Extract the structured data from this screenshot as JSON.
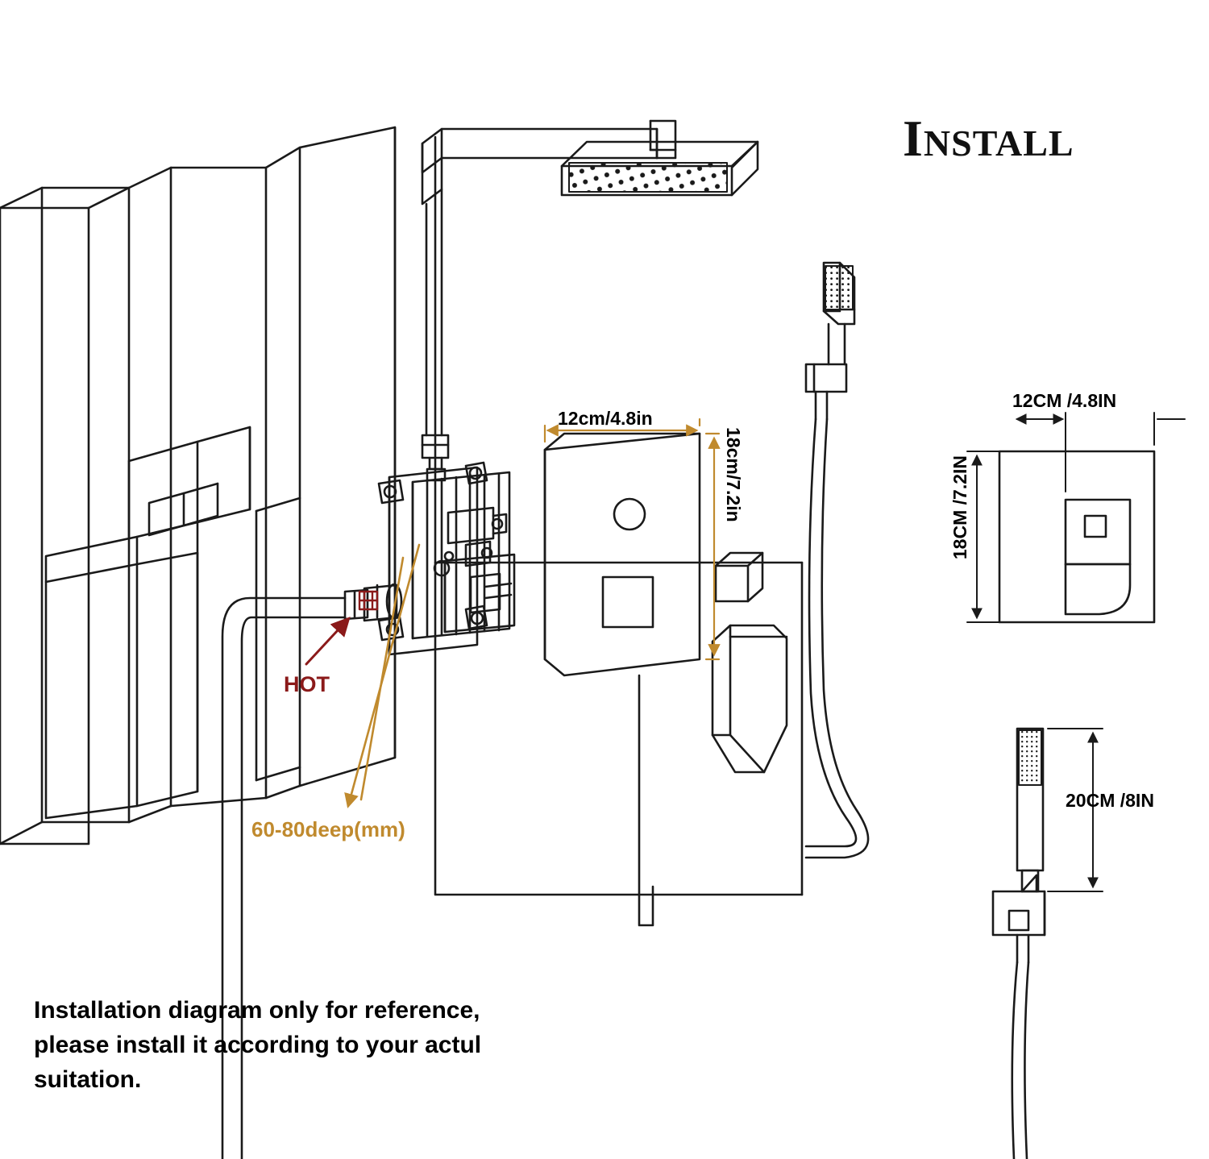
{
  "title": {
    "cap": "I",
    "rest": "NSTALL"
  },
  "labels": {
    "hot": "HOT",
    "deep": "60-80deep(mm)",
    "panel_width": "12cm/4.8in",
    "panel_height": "18cm/7.2in",
    "valve_width": "12CM /4.8IN",
    "valve_height": "18CM /7.2IN",
    "wand_length": "20CM /8IN"
  },
  "footer": {
    "note": "Installation diagram only for reference,\nplease install it according to your actul\nsuitation."
  },
  "colors": {
    "line": "#1a1a1a",
    "hot_text": "#8b1a1a",
    "deep_text": "#c08a2e",
    "dimension": "#c08a2e",
    "background": "#ffffff"
  },
  "icons": {
    "shower_head": "square-rain-shower-head-icon",
    "hand_shower": "hand-shower-wand-icon",
    "mixing_valve": "concealed-mixing-valve-icon",
    "trim_plate": "square-trim-plate-icon",
    "wall_section": "wall-stud-section-icon",
    "hose": "flexible-shower-hose-icon",
    "arrow_hot": "hot-inlet-arrow-icon",
    "arrow_depth": "depth-callout-arrow-icon"
  }
}
